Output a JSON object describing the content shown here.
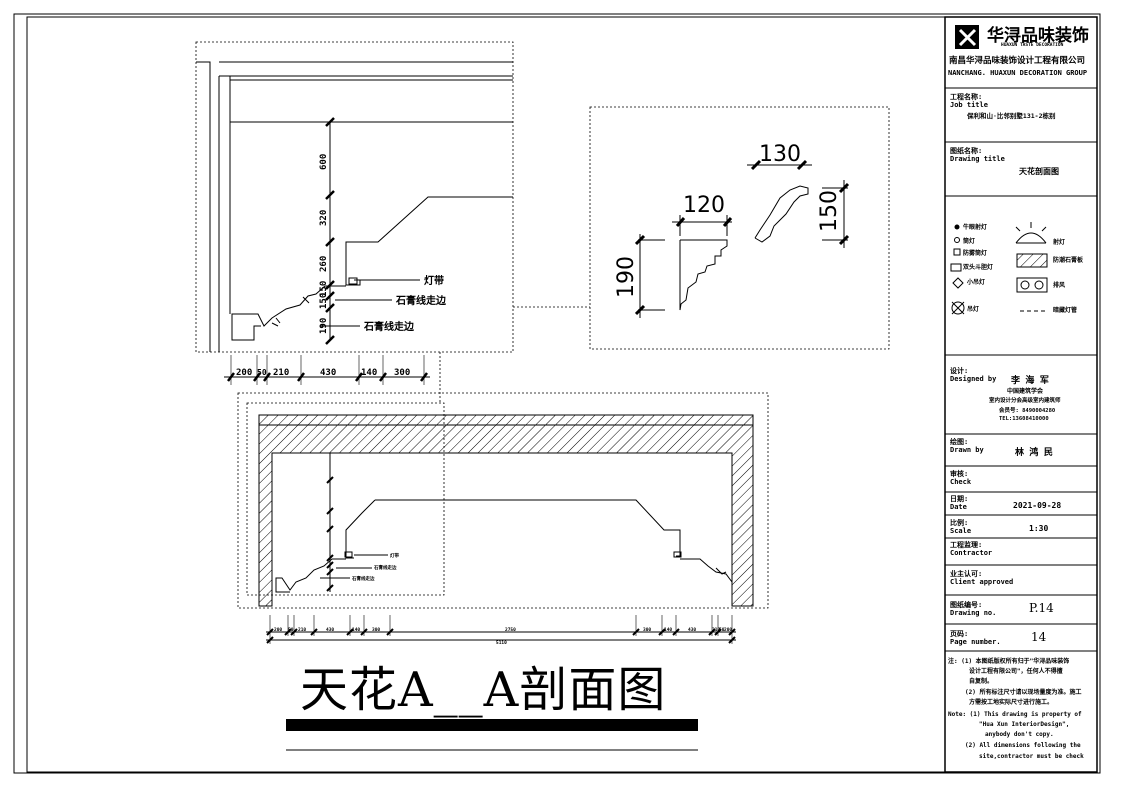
{
  "company": {
    "name_cn": "华浔品味装饰",
    "tagline": "HUAXUN TASTE DECORATION",
    "full_name_cn": "南昌华浔品味装饰设计工程有限公司",
    "full_name_en": "NANCHANG. HUAXUN DECORATION GROUP"
  },
  "title_block": {
    "job_label_cn": "工程名称:",
    "job_label_en": "Job title",
    "job_value": "保利和山·比邻别墅131-2栋别",
    "drawing_label_cn": "图纸名称:",
    "drawing_label_en": "Drawing title",
    "drawing_value": "天花剖面图",
    "designed_label_cn": "设计:",
    "designed_label_en": "Designed by",
    "designer": "李 海 军",
    "designer_org": "中国建筑学会",
    "designer_org2": "室内设计分会高级室内建筑师",
    "designer_cert": "会员号: 8490004280",
    "designer_tel": "TEL:13608410000",
    "drawn_label_cn": "绘图:",
    "drawn_label_en": "Drawn by",
    "drawn_value": "林 鸿 民",
    "check_label_cn": "审核:",
    "check_label_en": "Check",
    "date_label_cn": "日期:",
    "date_label_en": "Date",
    "date_value": "2021-09-28",
    "scale_label_cn": "比例:",
    "scale_label_en": "Scale",
    "scale_value": "1:30",
    "contractor_label_cn": "工程监理:",
    "contractor_label_en": "Contractor",
    "client_label_cn": "业主认可:",
    "client_label_en": "Client approved",
    "drawingno_label_cn": "图纸编号:",
    "drawingno_label_en": "Drawing no.",
    "drawingno_value": "P.14",
    "page_label_cn": "页码:",
    "page_label_en": "Page number.",
    "page_value": "14",
    "notes": [
      "注: (1) 本图纸版权所有归于\"华浔品味装饰",
      "设计工程有限公司\"，任何人不得擅",
      "自复制。",
      "(2) 所有标注尺寸请以现场量度为准。施工",
      "方需按工地实际尺寸进行施工。",
      "Note: (1) This drawing is property of",
      "\"Hua Xun InteriorDesign\",",
      "anybody don't copy.",
      "(2) All dimensions following the",
      "site,contractor must be check"
    ]
  },
  "legend": {
    "items": [
      "牛眼射灯",
      "筒灯",
      "防雾筒灯",
      "双头斗胆灯",
      "小吊灯",
      "吊灯",
      "射灯",
      "暗藏灯管",
      "防潮石膏板",
      "排风"
    ]
  },
  "detail": {
    "dims_vertical": [
      "600",
      "320",
      "260",
      "150",
      "150",
      "190"
    ],
    "labels": [
      "灯带",
      "石膏线走边",
      "石膏线走边"
    ],
    "dims_horizontal": [
      "200",
      "50",
      "210",
      "430",
      "140",
      "300"
    ]
  },
  "profiles": {
    "dims": [
      "120",
      "190",
      "130",
      "150"
    ]
  },
  "section": {
    "labels": [
      "灯带",
      "石膏线走边",
      "石膏线走边"
    ],
    "dims_bottom": [
      "200",
      "50",
      "210",
      "430",
      "140",
      "300",
      "2750",
      "300",
      "140",
      "430",
      "210",
      "50",
      "200"
    ],
    "total": "5110"
  },
  "drawing_title": "天花A__A剖面图"
}
